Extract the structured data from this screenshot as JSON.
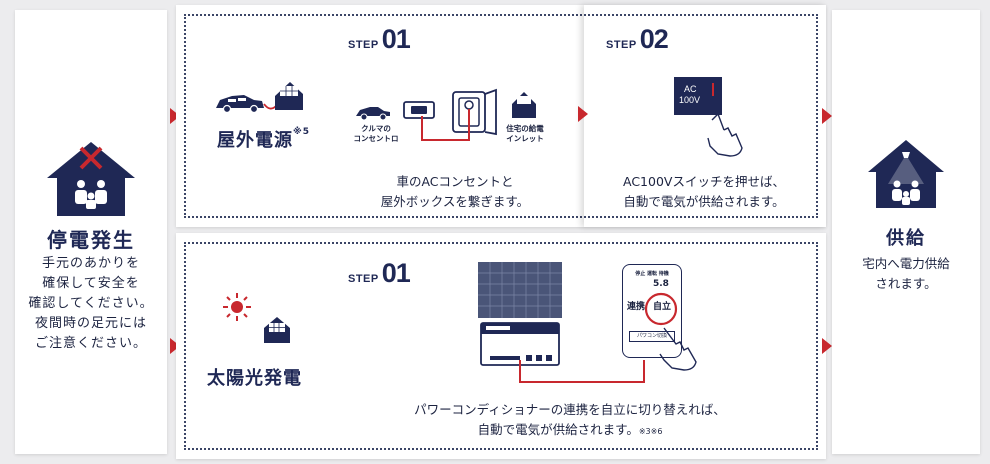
{
  "left_panel": {
    "title": "停電発生",
    "lines": [
      "手元のあかりを",
      "確保して安全を",
      "確認してください。",
      "夜間時の足元には",
      "ご注意ください。"
    ]
  },
  "right_panel": {
    "title": "供給",
    "lines": [
      "宅内へ電力供給",
      "されます。"
    ]
  },
  "upper_row": {
    "step1": {
      "step_word": "STEP",
      "step_num": "01",
      "source_title": "屋外電源",
      "source_note": "※5",
      "car_outlet_label_1": "クルマの",
      "car_outlet_label_2": "コンセントロ",
      "inlet_label_1": "住宅の給電",
      "inlet_label_2": "インレット",
      "desc_1": "車のACコンセントと",
      "desc_2": "屋外ボックスを繋ぎます。"
    },
    "step2": {
      "step_word": "STEP",
      "step_num": "02",
      "switch_text_1": "AC",
      "switch_text_2": "100V",
      "desc_1": "AC100Vスイッチを押せば、",
      "desc_2": "自動で電気が供給されます。"
    }
  },
  "lower_row": {
    "step1": {
      "step_word": "STEP",
      "step_num": "01",
      "source_title": "太陽光発電",
      "controller": {
        "header": "停止 運転 待機",
        "value": "5.8",
        "mode_1": "連携",
        "mode_2": "自立",
        "button_label": "パワコン切換"
      },
      "desc_1": "パワーコンディショナーの連携を自立に切り替えれば、",
      "desc_2": "自動で電気が供給されます。",
      "desc_note": "※3※6"
    }
  },
  "colors": {
    "navy": "#1f2855",
    "red": "#c8282e",
    "grey_bg": "#ececee",
    "panel_blue": "#4a5578"
  }
}
